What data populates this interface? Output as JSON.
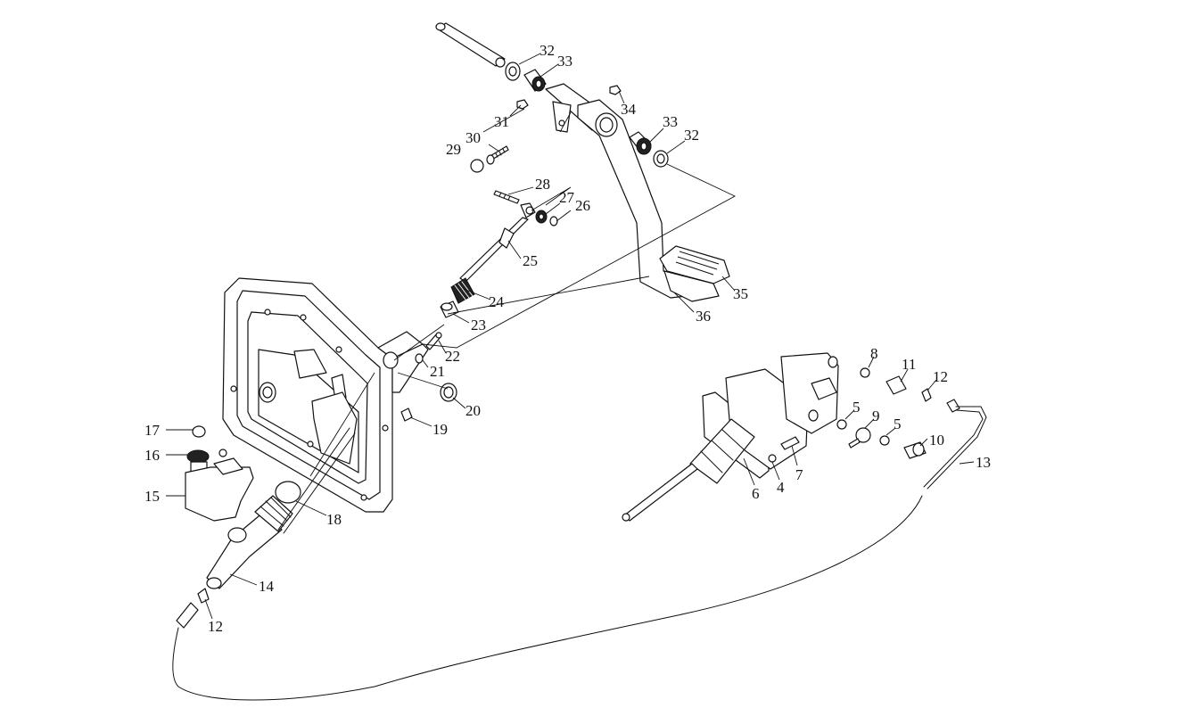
{
  "callouts": [
    {
      "id": "c32a",
      "text": "32"
    },
    {
      "id": "c33a",
      "text": "33"
    },
    {
      "id": "c34",
      "text": "34"
    },
    {
      "id": "c31",
      "text": "31"
    },
    {
      "id": "c33b",
      "text": "33"
    },
    {
      "id": "c32b",
      "text": "32"
    },
    {
      "id": "c30",
      "text": "30"
    },
    {
      "id": "c29",
      "text": "29"
    },
    {
      "id": "c28",
      "text": "28"
    },
    {
      "id": "c27",
      "text": "27"
    },
    {
      "id": "c26",
      "text": "26"
    },
    {
      "id": "c25",
      "text": "25"
    },
    {
      "id": "c24",
      "text": "24"
    },
    {
      "id": "c23",
      "text": "23"
    },
    {
      "id": "c35",
      "text": "35"
    },
    {
      "id": "c36",
      "text": "36"
    },
    {
      "id": "c22",
      "text": "22"
    },
    {
      "id": "c21",
      "text": "21"
    },
    {
      "id": "c20",
      "text": "20"
    },
    {
      "id": "c19",
      "text": "19"
    },
    {
      "id": "c17",
      "text": "17"
    },
    {
      "id": "c16",
      "text": "16"
    },
    {
      "id": "c15",
      "text": "15"
    },
    {
      "id": "c18",
      "text": "18"
    },
    {
      "id": "c14",
      "text": "14"
    },
    {
      "id": "c12a",
      "text": "12"
    },
    {
      "id": "c8",
      "text": "8"
    },
    {
      "id": "c11",
      "text": "11"
    },
    {
      "id": "c12b",
      "text": "12"
    },
    {
      "id": "c5a",
      "text": "5"
    },
    {
      "id": "c9",
      "text": "9"
    },
    {
      "id": "c5b",
      "text": "5"
    },
    {
      "id": "c10",
      "text": "10"
    },
    {
      "id": "c13",
      "text": "13"
    },
    {
      "id": "c7",
      "text": "7"
    },
    {
      "id": "c4",
      "text": "4"
    },
    {
      "id": "c6",
      "text": "6"
    }
  ]
}
